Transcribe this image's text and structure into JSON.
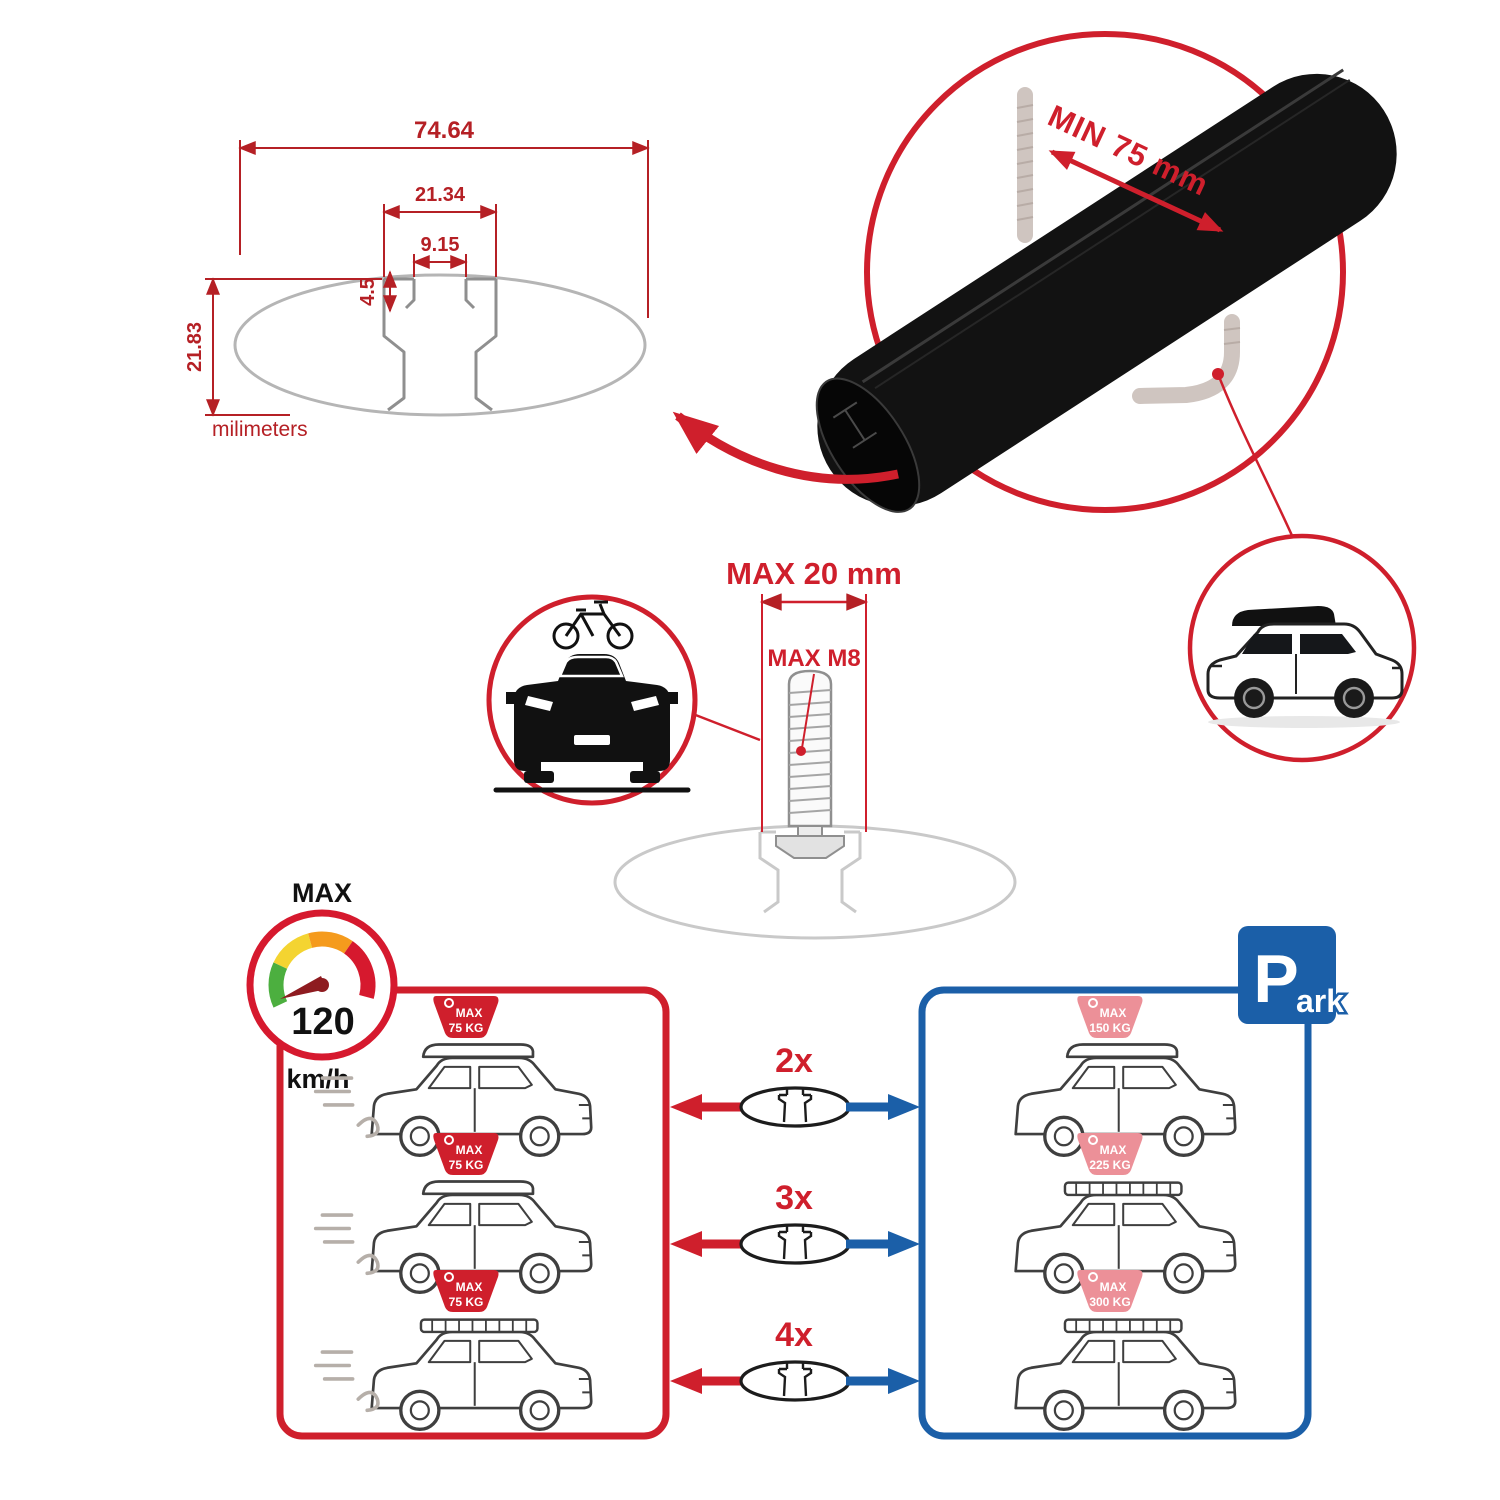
{
  "technical_drawing": {
    "width_total": "74.64",
    "width_channel": "21.34",
    "width_slot": "9.15",
    "lip_height": "4.5",
    "height_total": "21.83",
    "units": "milimeters"
  },
  "bar_detail": {
    "min_span": "MIN 75 mm"
  },
  "bolt": {
    "max_length": "MAX 20 mm",
    "max_thread": "MAX M8"
  },
  "speed": {
    "label": "MAX",
    "value": "120",
    "unit": "km/h"
  },
  "park_sign": {
    "initial": "P",
    "rest": "ark"
  },
  "driving": {
    "cars": [
      {
        "max": "MAX",
        "weight": "75 KG"
      },
      {
        "max": "MAX",
        "weight": "75 KG"
      },
      {
        "max": "MAX",
        "weight": "75 KG"
      }
    ]
  },
  "parked": {
    "cars": [
      {
        "max": "MAX",
        "weight": "150 KG"
      },
      {
        "max": "MAX",
        "weight": "225 KG"
      },
      {
        "max": "MAX",
        "weight": "300 KG"
      }
    ]
  },
  "bar_counts": [
    "2x",
    "3x",
    "4x"
  ],
  "colors": {
    "red": "#cf1f2c",
    "blue": "#1b5fa8",
    "dim_red": "#b52025"
  }
}
